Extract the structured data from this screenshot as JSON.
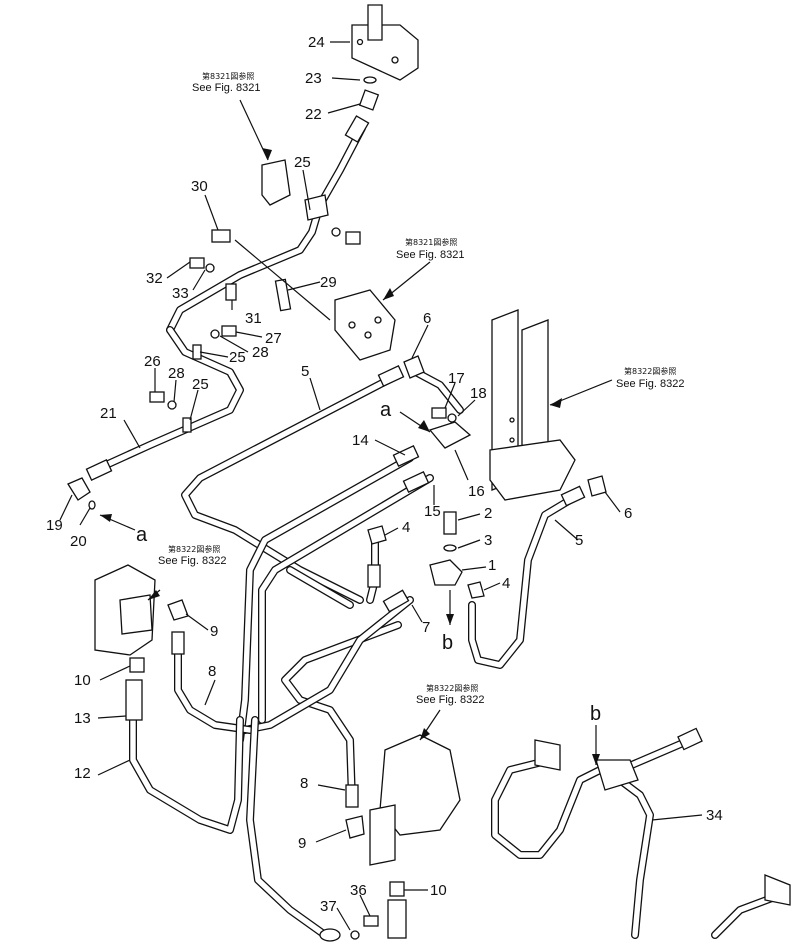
{
  "references": [
    {
      "jp": "第8321図参照",
      "en": "See Fig. 8321"
    },
    {
      "jp": "第8321図参照",
      "en": "See Fig. 8321"
    },
    {
      "jp": "第8322図参照",
      "en": "See Fig. 8322"
    },
    {
      "jp": "第8322図参照",
      "en": "See Fig. 8322"
    },
    {
      "jp": "第8322図参照",
      "en": "See Fig. 8322"
    }
  ],
  "part_numbers": [
    "24",
    "23",
    "22",
    "25",
    "30",
    "29",
    "32",
    "33",
    "31",
    "27",
    "28",
    "25",
    "26",
    "28",
    "25",
    "21",
    "6",
    "5",
    "17",
    "18",
    "14",
    "16",
    "15",
    "19",
    "20",
    "2",
    "3",
    "4",
    "1",
    "4",
    "6",
    "5",
    "9",
    "7",
    "10",
    "13",
    "8",
    "12",
    "8",
    "9",
    "10",
    "37",
    "36",
    "34"
  ],
  "letters": [
    "a",
    "a",
    "b",
    "b"
  ]
}
